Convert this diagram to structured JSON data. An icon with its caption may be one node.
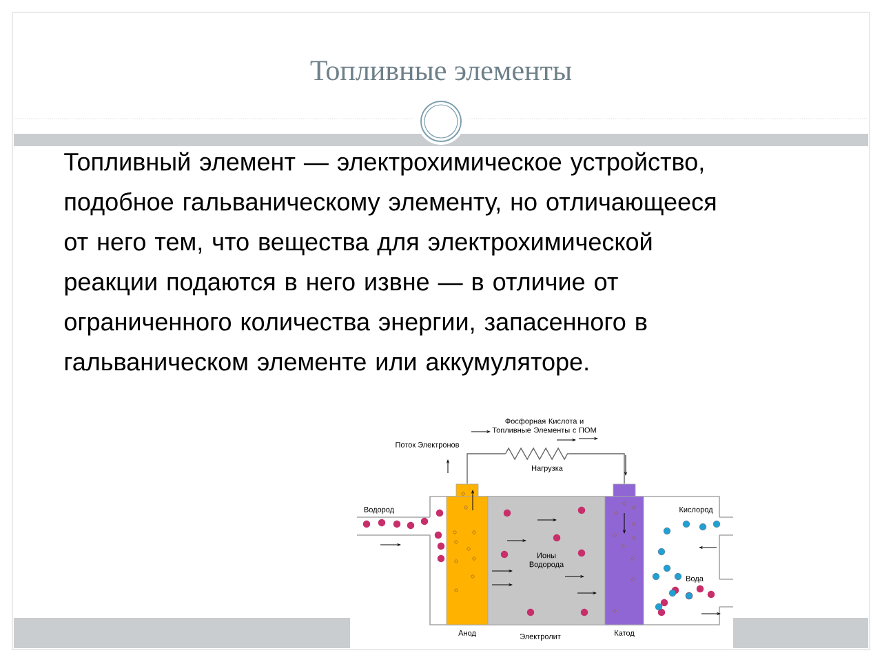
{
  "diagram": {
    "title": "Топливные элементы",
    "nodes": [
      {
        "text": [
          "Анод"
        ]
      },
      {
        "text": [
          "Ионы Водорода"
        ]
      },
      {
        "text": [
          "Катод"
        ]
      },
      {
        "text": [
          "Нагрузка"
        ]
      }
    ],
    "edges": [
      {
        "from": 0,
        "to": 3,
        "arrow": "none"
      },
      {
        "from": 3,
        "to": 2,
        "arrow": "none"
      }
    ],
    "labels": [
      "Топливный элемент — электрохимическое устройство, подобное гальваническому элементу, но отличающееся от него тем, что вещества для электрохимической реакции подаются в него извне — в отличие от ограниченного количества энергии, запасенного в гальваническом элементе или аккумуляторе.",
      "Фосфорная Кислота и Топливные Элементы с ПОМ",
      "Поток Электронов",
      "Водород",
      "Кислород",
      "Вода",
      "Электролит"
    ]
  }
}
